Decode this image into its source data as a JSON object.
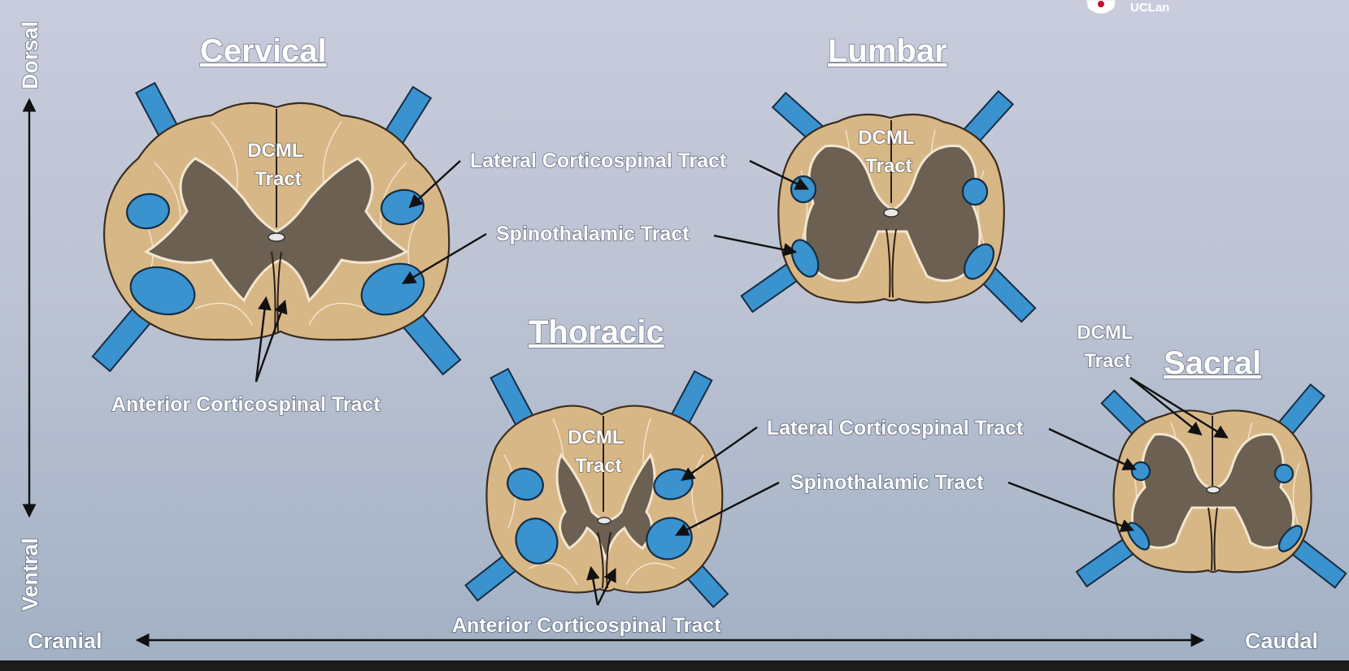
{
  "logo": {
    "text": "UCLan",
    "color": "#c8102e"
  },
  "axes": {
    "dorsal": "Dorsal",
    "ventral": "Ventral",
    "cranial": "Cranial",
    "caudal": "Caudal"
  },
  "sections": {
    "cervical": {
      "title": "Cervical",
      "dcml_line1": "DCML",
      "dcml_line2": "Tract"
    },
    "lumbar": {
      "title": "Lumbar",
      "dcml_line1": "DCML",
      "dcml_line2": "Tract"
    },
    "thoracic": {
      "title": "Thoracic",
      "dcml_line1": "DCML",
      "dcml_line2": "Tract"
    },
    "sacral": {
      "title": "Sacral",
      "dcml_line1": "DCML",
      "dcml_line2": "Tract"
    }
  },
  "labels": {
    "lateral_cst_top": "Lateral Corticospinal Tract",
    "spinothalamic_top": "Spinothalamic Tract",
    "anterior_cst_cervical": "Anterior Corticospinal Tract",
    "lateral_cst_bottom": "Lateral Corticospinal Tract",
    "spinothalamic_bottom": "Spinothalamic Tract",
    "anterior_cst_thoracic": "Anterior Corticospinal Tract"
  },
  "colors": {
    "background_top": "#c8ccdc",
    "background_bottom": "#a3b1c5",
    "white_matter": "#d8b787",
    "grey_matter": "#6b6052",
    "tract": "#3a92cf",
    "text": "#ffffff",
    "arrow": "#111111"
  }
}
